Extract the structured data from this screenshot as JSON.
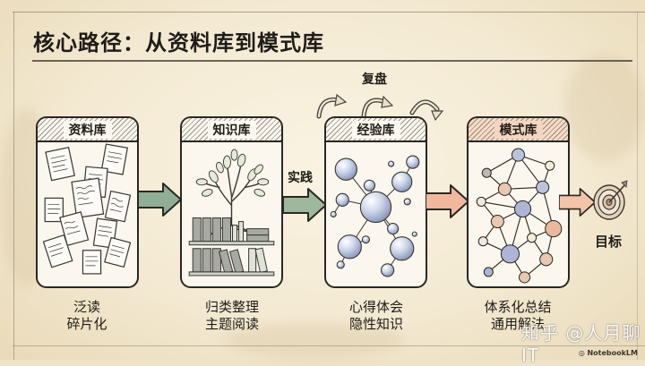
{
  "title": "核心路径：从资料库到模式库",
  "stages": [
    {
      "name": "资料库",
      "caption_lines": [
        "泛读",
        "碎片化"
      ],
      "illustration": "scattered-documents"
    },
    {
      "name": "知识库",
      "caption_lines": [
        "归类整理",
        "主题阅读"
      ],
      "illustration": "tree-bookshelf"
    },
    {
      "name": "经验库",
      "caption_lines": [
        "心得体会",
        "隐性知识"
      ],
      "illustration": "bubble-cluster"
    },
    {
      "name": "模式库",
      "caption_lines": [
        "体系化总结",
        "通用解法"
      ],
      "illustration": "node-network"
    }
  ],
  "connectors": {
    "practice_label": "实践",
    "review_label": "复盘",
    "goal_label": "目标"
  },
  "colors": {
    "arrow_green": "#8fae95",
    "arrow_peach": "#f2b79d",
    "card_border": "#2a2722",
    "paper": "#f6edd8",
    "mode_header": "#f3d6c0"
  },
  "watermark": "知乎 @人月聊IT",
  "credit": "NotebookLM"
}
